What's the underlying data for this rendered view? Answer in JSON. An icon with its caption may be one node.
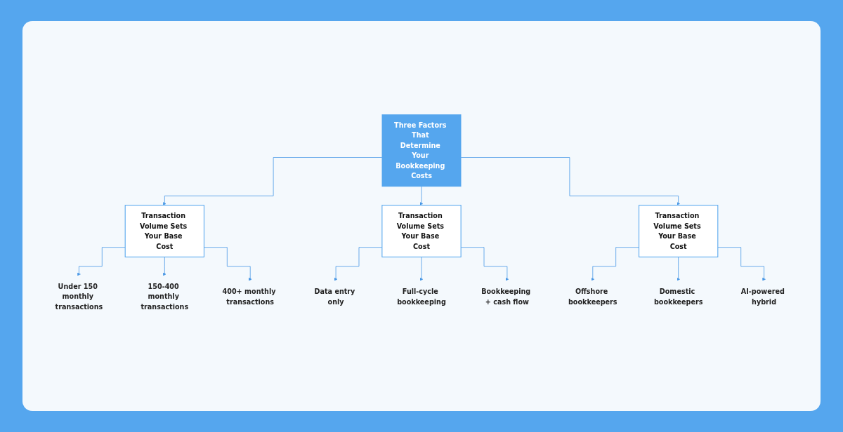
{
  "diagram": {
    "nodes": [
      {
        "text": [
          "Three Factors That Determine Your Bookkeeping Costs"
        ]
      },
      {
        "text": [
          "Transaction Volume Sets Your Base Cost"
        ]
      },
      {
        "text": [
          "Transaction Volume Sets Your Base Cost"
        ]
      },
      {
        "text": [
          "Transaction Volume Sets Your Base Cost"
        ]
      },
      {
        "text": [
          "Under 150 monthly transactions"
        ]
      },
      {
        "text": [
          "150-400 monthly transactions"
        ]
      },
      {
        "text": [
          "400+ monthly transactions"
        ]
      },
      {
        "text": [
          "Data entry only"
        ]
      },
      {
        "text": [
          "Full-cycle bookkeeping"
        ]
      },
      {
        "text": [
          "Bookkeeping + cash flow"
        ]
      },
      {
        "text": [
          "Offshore bookkeepers"
        ]
      },
      {
        "text": [
          "Domestic bookkeepers"
        ]
      },
      {
        "text": [
          "AI-powered hybrid"
        ]
      }
    ],
    "edges": [
      {
        "from": 0,
        "to": 1,
        "arrow": "to"
      },
      {
        "from": 0,
        "to": 2,
        "arrow": "to"
      },
      {
        "from": 0,
        "to": 3,
        "arrow": "to"
      },
      {
        "from": 1,
        "to": 4,
        "arrow": "to"
      },
      {
        "from": 1,
        "to": 5,
        "arrow": "to"
      },
      {
        "from": 1,
        "to": 6,
        "arrow": "to"
      },
      {
        "from": 2,
        "to": 7,
        "arrow": "to"
      },
      {
        "from": 2,
        "to": 8,
        "arrow": "to"
      },
      {
        "from": 2,
        "to": 9,
        "arrow": "to"
      },
      {
        "from": 3,
        "to": 10,
        "arrow": "to"
      },
      {
        "from": 3,
        "to": 11,
        "arrow": "to"
      },
      {
        "from": 3,
        "to": 12,
        "arrow": "to"
      }
    ]
  }
}
